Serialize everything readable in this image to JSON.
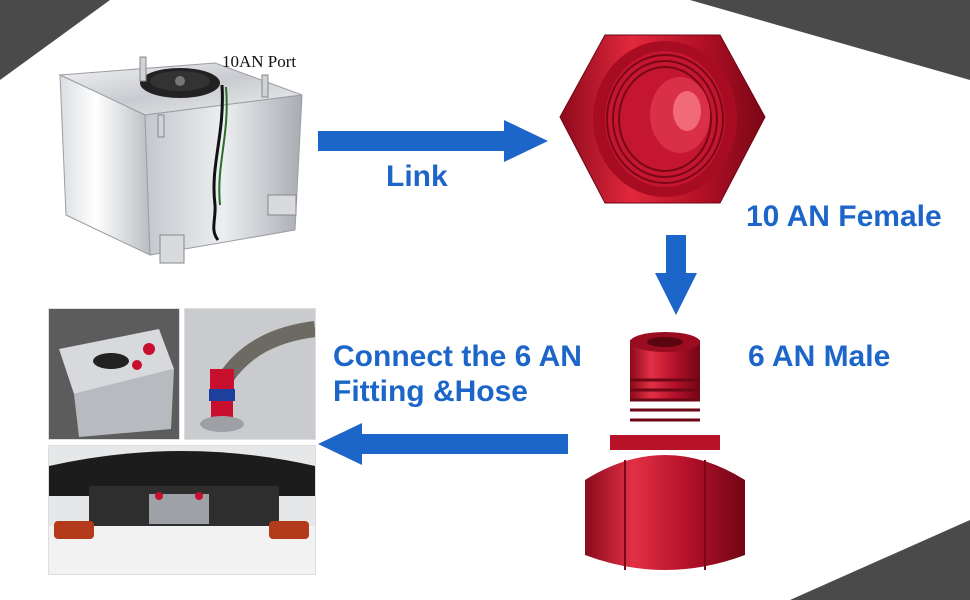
{
  "labels": {
    "port": "10AN Port",
    "link": "Link",
    "female": "10 AN Female",
    "male": "6 AN Male",
    "connect_line1": "Connect the 6 AN",
    "connect_line2": "Fitting &Hose"
  },
  "colors": {
    "accent_blue": "#1d66c9",
    "fitting_red": "#c8102e",
    "corner_gray": "#4a4a4a"
  },
  "icons": {
    "arrow_right": "arrow-right-icon",
    "arrow_down": "arrow-down-icon",
    "arrow_left": "arrow-left-icon"
  }
}
